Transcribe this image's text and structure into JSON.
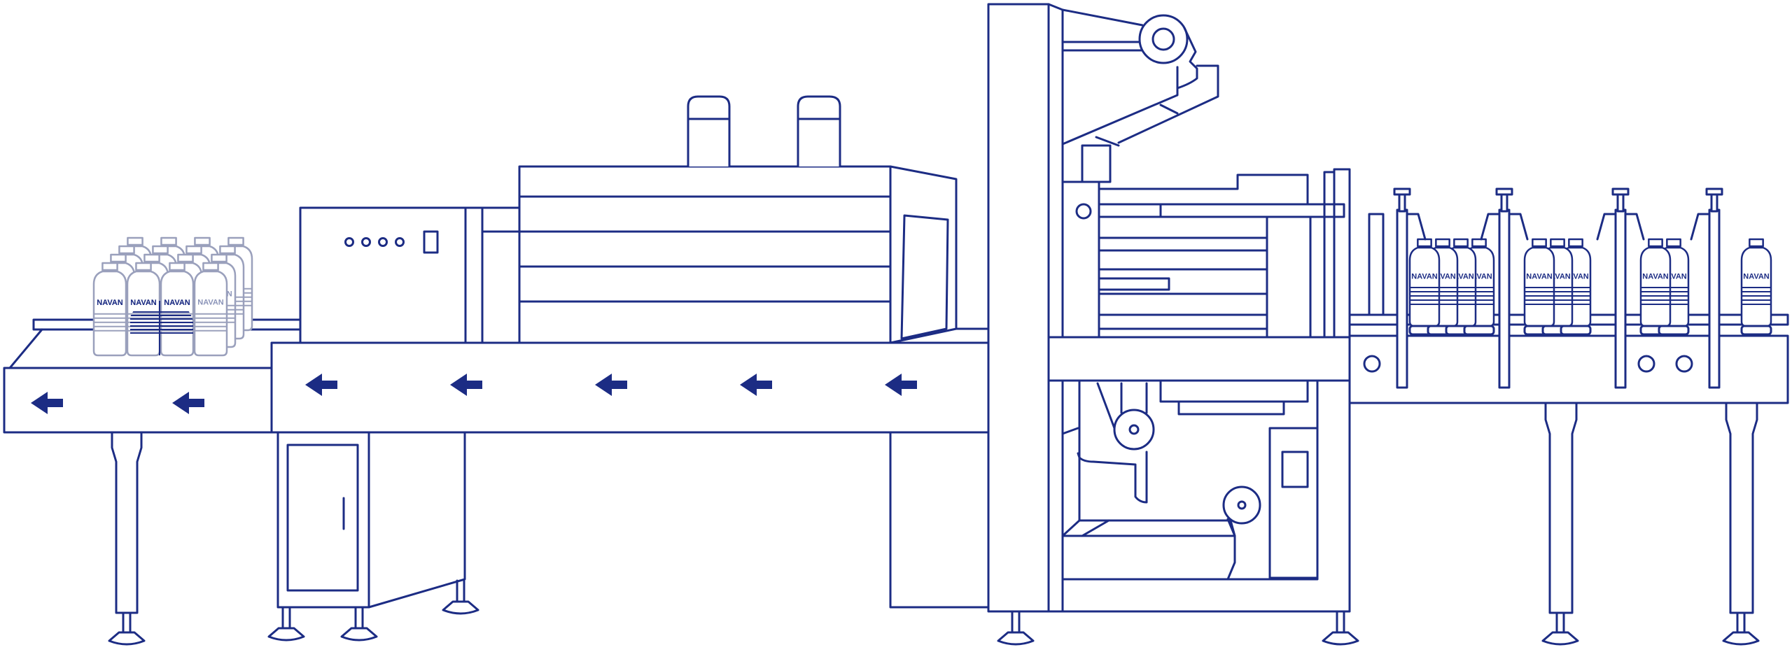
{
  "diagram": {
    "colors": {
      "line": "#1c2c84",
      "pack_line": "#9aa0bc",
      "background": "#ffffff"
    },
    "bottle_label": "NAVAN",
    "flow_direction": "left",
    "conveyor_arrow_count": 7,
    "control_panel_buttons": 4,
    "infeed_bottle_groups": 4,
    "shrunk_pack_rows": 4
  }
}
